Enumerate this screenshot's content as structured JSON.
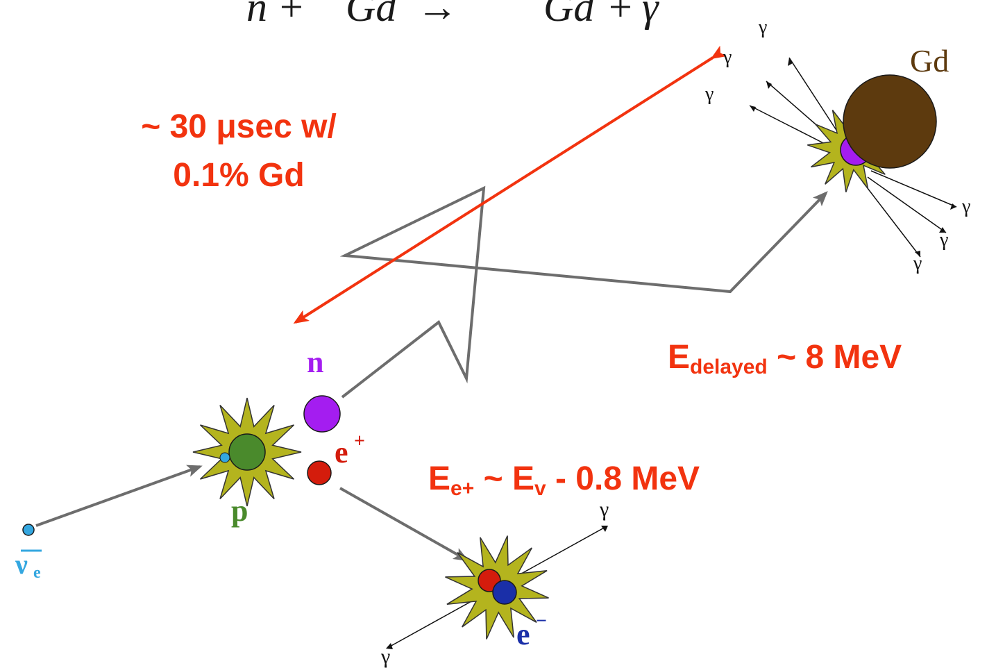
{
  "equation": {
    "lhs_particle": "n",
    "plus1": "+",
    "target": "Gd",
    "arrow": "→",
    "product": "Gd",
    "plus2": "+",
    "gamma": "γ"
  },
  "annotations": {
    "capture_time_line1": "~ 30 μsec w/",
    "capture_time_line2": "0.1% Gd",
    "delayed_energy_E": "E",
    "delayed_energy_sub": "delayed",
    "delayed_energy_rest": " ~ 8 MeV",
    "prompt_energy_E": "E",
    "prompt_energy_sub": "e+",
    "prompt_energy_mid": " ~ E",
    "prompt_energy_sub2": "v",
    "prompt_energy_rest": " - 0.8 MeV"
  },
  "particles": {
    "antineutrino": "ν",
    "antineutrino_sub": "e",
    "proton": "p",
    "neutron": "n",
    "positron": "e",
    "positron_sup": "+",
    "electron": "e",
    "electron_sup": "−",
    "gadolinium": "Gd",
    "gamma": "γ"
  },
  "colors": {
    "annotation_red": "#f2330f",
    "proton_green": "#4a8a2c",
    "neutron_purple": "#a41df0",
    "positron_red": "#d41c0c",
    "electron_blue": "#1a2fa8",
    "neutrino_cyan": "#34a7e0",
    "gadolinium_brown": "#5d3a0e",
    "burst_yellow": "#b4b41e",
    "track_gray": "#6d6d6d"
  }
}
